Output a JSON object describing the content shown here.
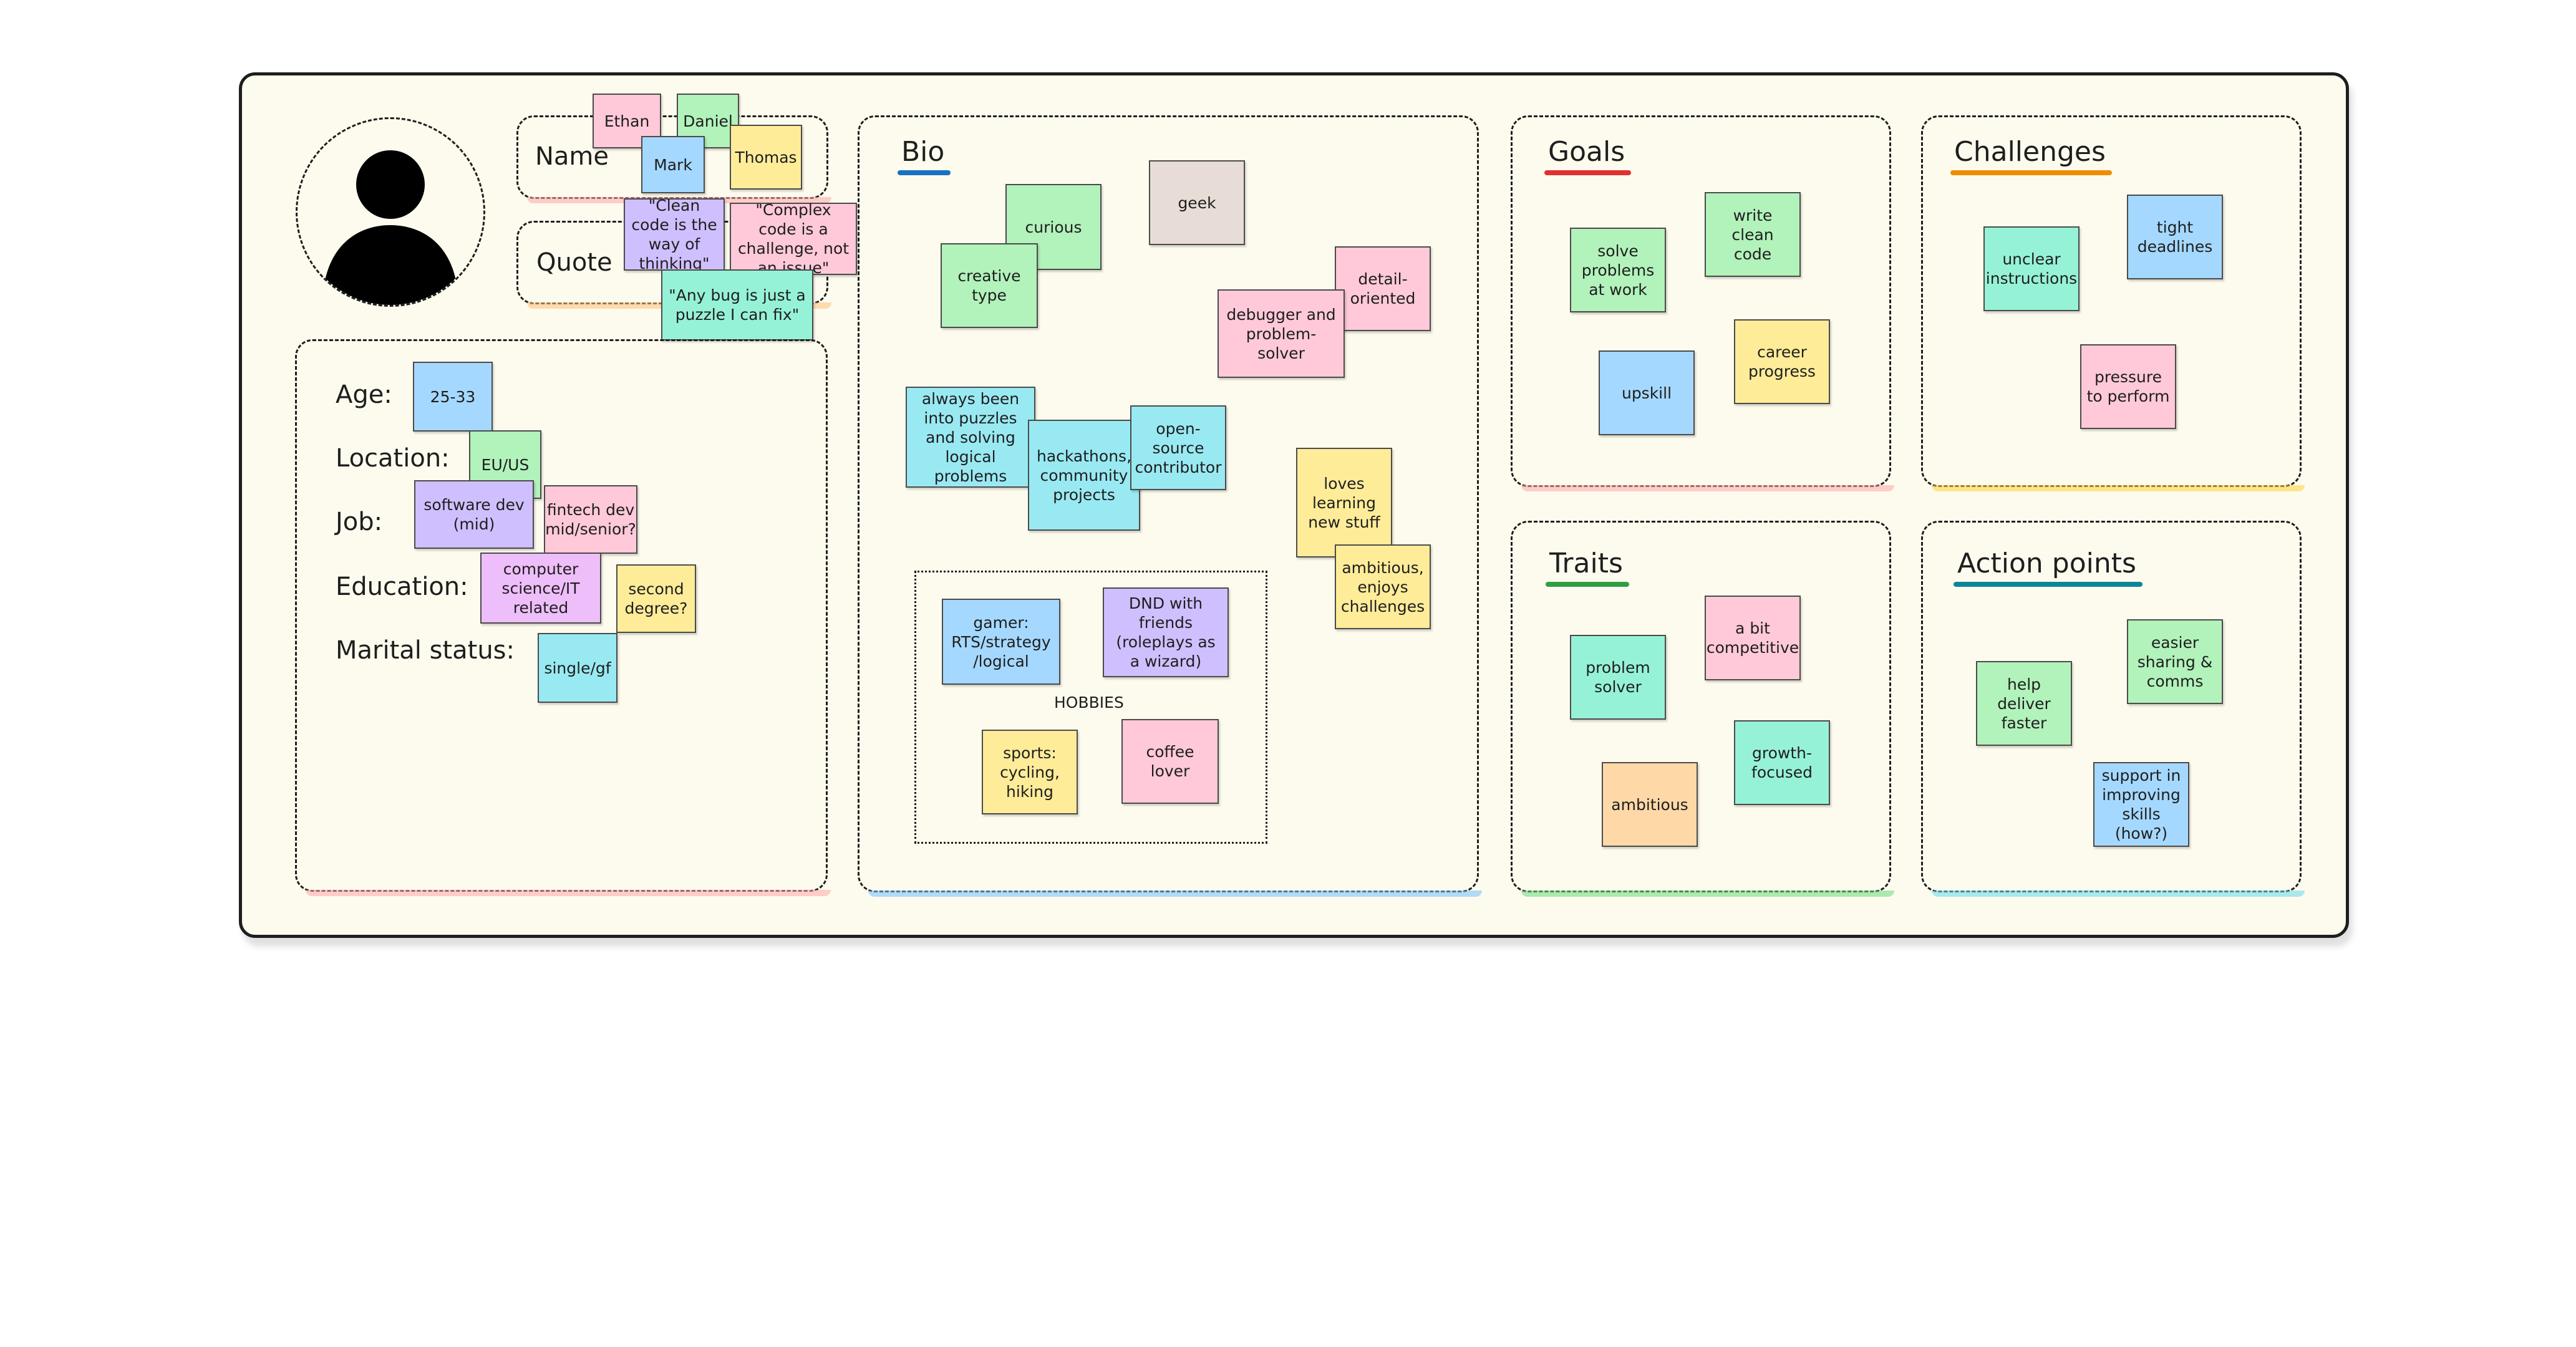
{
  "colors": {
    "blue": "#a5d8ff",
    "green": "#b2f2bb",
    "pink": "#ffc9d9",
    "yellow": "#ffec99",
    "purple": "#d0bfff",
    "teal": "#96f2d7",
    "cyan": "#99e9f2",
    "gray": "#e8ddd6",
    "orange": "#ffd8a8",
    "violet": "#eebefa"
  },
  "profile": {
    "name_label": "Name",
    "quote_label": "Quote",
    "names": [
      "Ethan",
      "Daniel",
      "Mark",
      "Thomas"
    ],
    "quotes": [
      "\"Clean code is the way of thinking\"",
      "\"Complex code is a challenge, not an issue\"",
      "\"Any bug is just a puzzle I can fix\""
    ]
  },
  "demographics": {
    "age_label": "Age:",
    "location_label": "Location:",
    "job_label": "Job:",
    "education_label": "Education:",
    "marital_label": "Marital status:",
    "age": "25-33",
    "location": "EU/US",
    "job": [
      "software dev (mid)",
      "fintech dev mid/senior?"
    ],
    "education": [
      "computer science/IT related",
      "second degree?"
    ],
    "marital": "single/gf"
  },
  "bio": {
    "title": "Bio",
    "notes": [
      "curious",
      "geek",
      "creative type",
      "detail-oriented",
      "debugger and problem-solver",
      "always been into puzzles and solving logical problems",
      "hackathons, community projects",
      "open-source contributor",
      "loves learning new stuff",
      "ambitious, enjoys challenges"
    ],
    "hobbies_label": "HOBBIES",
    "hobbies": [
      "gamer: RTS/strategy /logical",
      "DND with friends (roleplays as a wizard)",
      "sports: cycling, hiking",
      "coffee lover"
    ]
  },
  "goals": {
    "title": "Goals",
    "notes": [
      "solve problems at work",
      "write clean code",
      "upskill",
      "career progress"
    ]
  },
  "challenges": {
    "title": "Challenges",
    "notes": [
      "unclear instructions",
      "tight deadlines",
      "pressure to perform"
    ]
  },
  "traits": {
    "title": "Traits",
    "notes": [
      "problem solver",
      "a bit competitive",
      "growth-focused",
      "ambitious"
    ]
  },
  "action_points": {
    "title": "Action points",
    "notes": [
      "help deliver faster",
      "easier sharing & comms",
      "support in improving skills (how?)"
    ]
  }
}
